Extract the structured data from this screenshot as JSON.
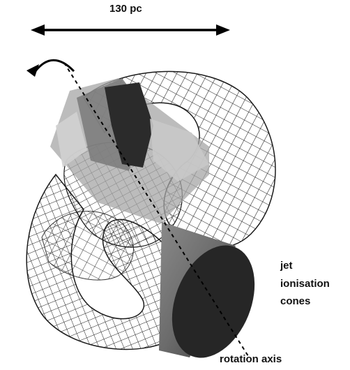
{
  "figure": {
    "scale_label": "130 pc",
    "cone_label_lines": [
      "jet",
      "ionisation",
      "cones"
    ],
    "axis_label": "rotation axis"
  },
  "colors": {
    "background": "#ffffff",
    "mesh": "#1a1a1a",
    "dark_cone": "#2b2b2b",
    "grey_fill": "#9a9a9a",
    "light_fill": "#c8c8c8"
  }
}
